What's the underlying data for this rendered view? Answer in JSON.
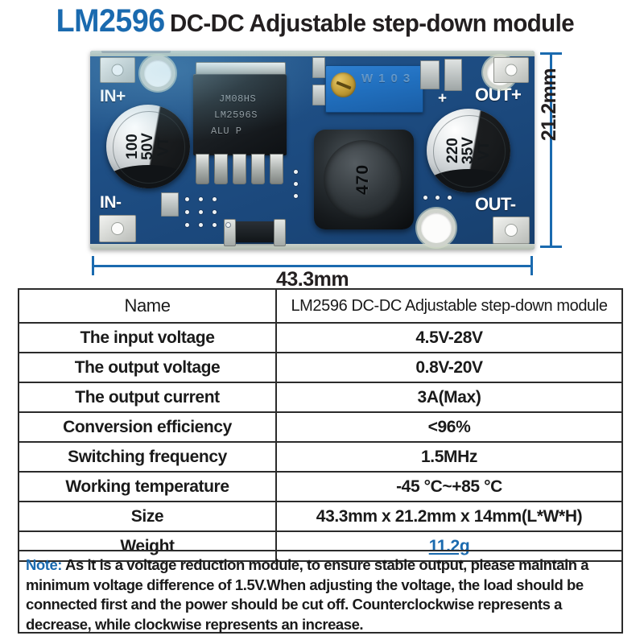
{
  "title": {
    "model": "LM2596",
    "description": "DC-DC Adjustable step-down module"
  },
  "product_photo": {
    "board_labels": {
      "in_plus": "IN+",
      "in_minus": "IN-",
      "out_plus": "OUT+",
      "out_minus": "OUT-"
    },
    "components": {
      "regulator_ic_line1": "JM08HS",
      "regulator_ic_line2": "LM2596S",
      "regulator_ic_line3": "ALU   P",
      "input_capacitor": "100\n50V\nVT",
      "output_capacitor": "220\n35V\nVT",
      "inductor": "470",
      "trimmer_print": "W103"
    },
    "colors": {
      "pcb_blue": "#1e4e84",
      "accent_blue": "#1a6aaf"
    }
  },
  "dimensions": {
    "width_label": "43.3mm",
    "height_label": "21.2mm"
  },
  "spec_table": {
    "rows": [
      {
        "label": "Name",
        "value": "LM2596 DC-DC Adjustable step-down module"
      },
      {
        "label": "The input voltage",
        "value": "4.5V-28V"
      },
      {
        "label": "The output voltage",
        "value": "0.8V-20V"
      },
      {
        "label": "The output current",
        "value": "3A(Max)"
      },
      {
        "label": "Conversion efficiency",
        "value": "<96%"
      },
      {
        "label": "Switching frequency",
        "value": "1.5MHz"
      },
      {
        "label": "Working temperature",
        "value": "-45 °C~+85 °C"
      },
      {
        "label": "Size",
        "value": "43.3mm x 21.2mm x 14mm(L*W*H)"
      },
      {
        "label": "Weight",
        "value": "11.2g"
      }
    ]
  },
  "note": {
    "label": "Note:",
    "text": " As it is a voltage reduction module, to ensure stable output, please maintain a minimum voltage difference of 1.5V.When adjusting the voltage, the load should be connected first and the power should be cut off. Counterclockwise represents a decrease, while clockwise represents an increase."
  }
}
